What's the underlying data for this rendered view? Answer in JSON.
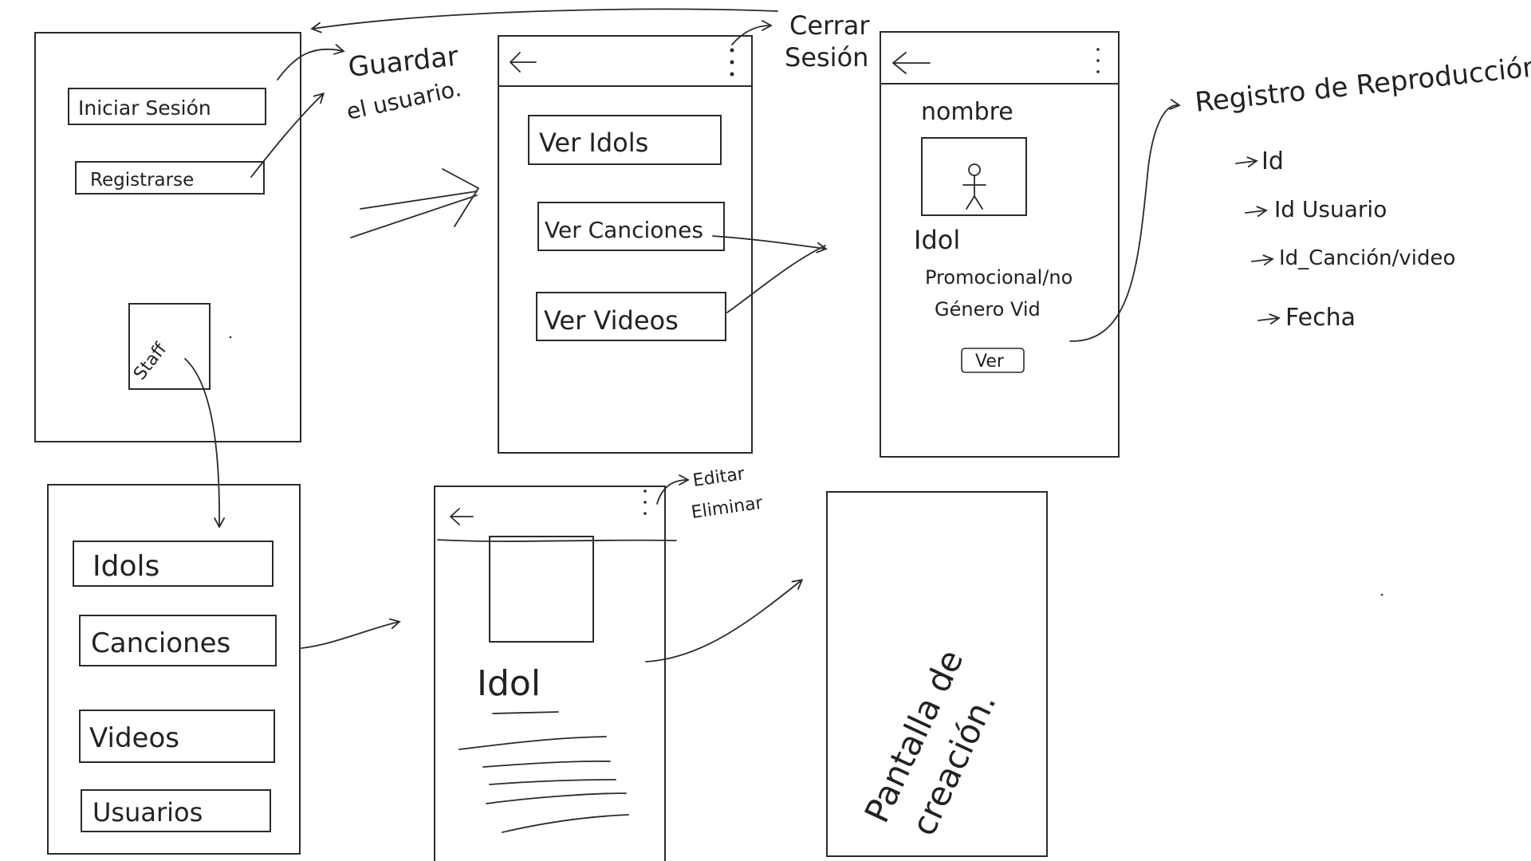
{
  "login": {
    "login_button": "Iniciar Sesión",
    "register_button": "Registrarse",
    "staff_button": "Staff"
  },
  "annotations": {
    "save_user": [
      "Guardar",
      "el usuario."
    ],
    "logout": [
      "Cerrar",
      "Sesión"
    ],
    "edit_delete": [
      "Editar",
      "Eliminar"
    ]
  },
  "user_menu": {
    "back_icon": "arrow-left-icon",
    "menu_icon": "kebab-menu-icon",
    "items": [
      "Ver Idols",
      "Ver Canciones",
      "Ver Videos"
    ]
  },
  "detail": {
    "name_label": "nombre",
    "lines": [
      "Idol",
      "Promocional/no",
      "Género Vid"
    ],
    "view_button": "Ver"
  },
  "playback_log": {
    "title": "Registro de Reproducción",
    "fields": [
      "Id",
      "Id Usuario",
      "Id_Canción/video",
      "Fecha"
    ]
  },
  "staff_menu": {
    "items": [
      "Idols",
      "Canciones",
      "Videos",
      "Usuarios"
    ]
  },
  "staff_detail": {
    "title": "Idol"
  },
  "creation_screen": {
    "label": [
      "Pantalla de",
      "creación."
    ]
  }
}
